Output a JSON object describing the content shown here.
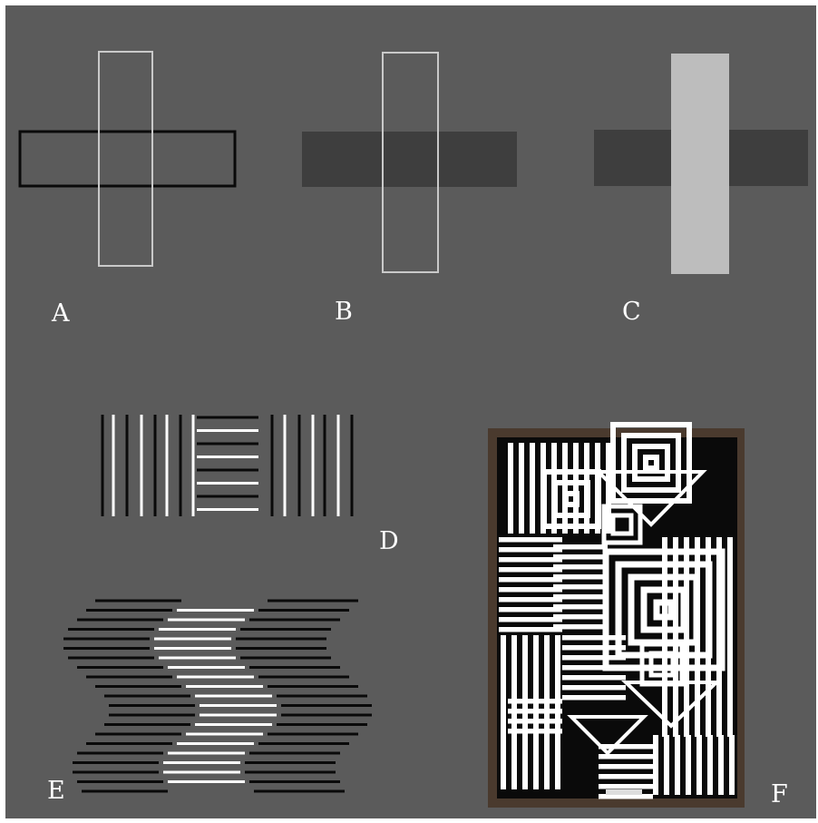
{
  "panels": {
    "a": {
      "label": "A"
    },
    "b": {
      "label": "B"
    },
    "c": {
      "label": "C"
    },
    "d": {
      "label": "D"
    },
    "e": {
      "label": "E"
    },
    "f": {
      "label": "F"
    }
  },
  "colors": {
    "background": "#5b5b5b",
    "frame": "#ffffff",
    "black": "#0a0a0a",
    "white": "#ffffff",
    "dark_bar": "#3e3e3e",
    "light_bar": "#bdbdbd",
    "light_outline": "#c9c9c9",
    "wood": "#4a3a2e"
  }
}
